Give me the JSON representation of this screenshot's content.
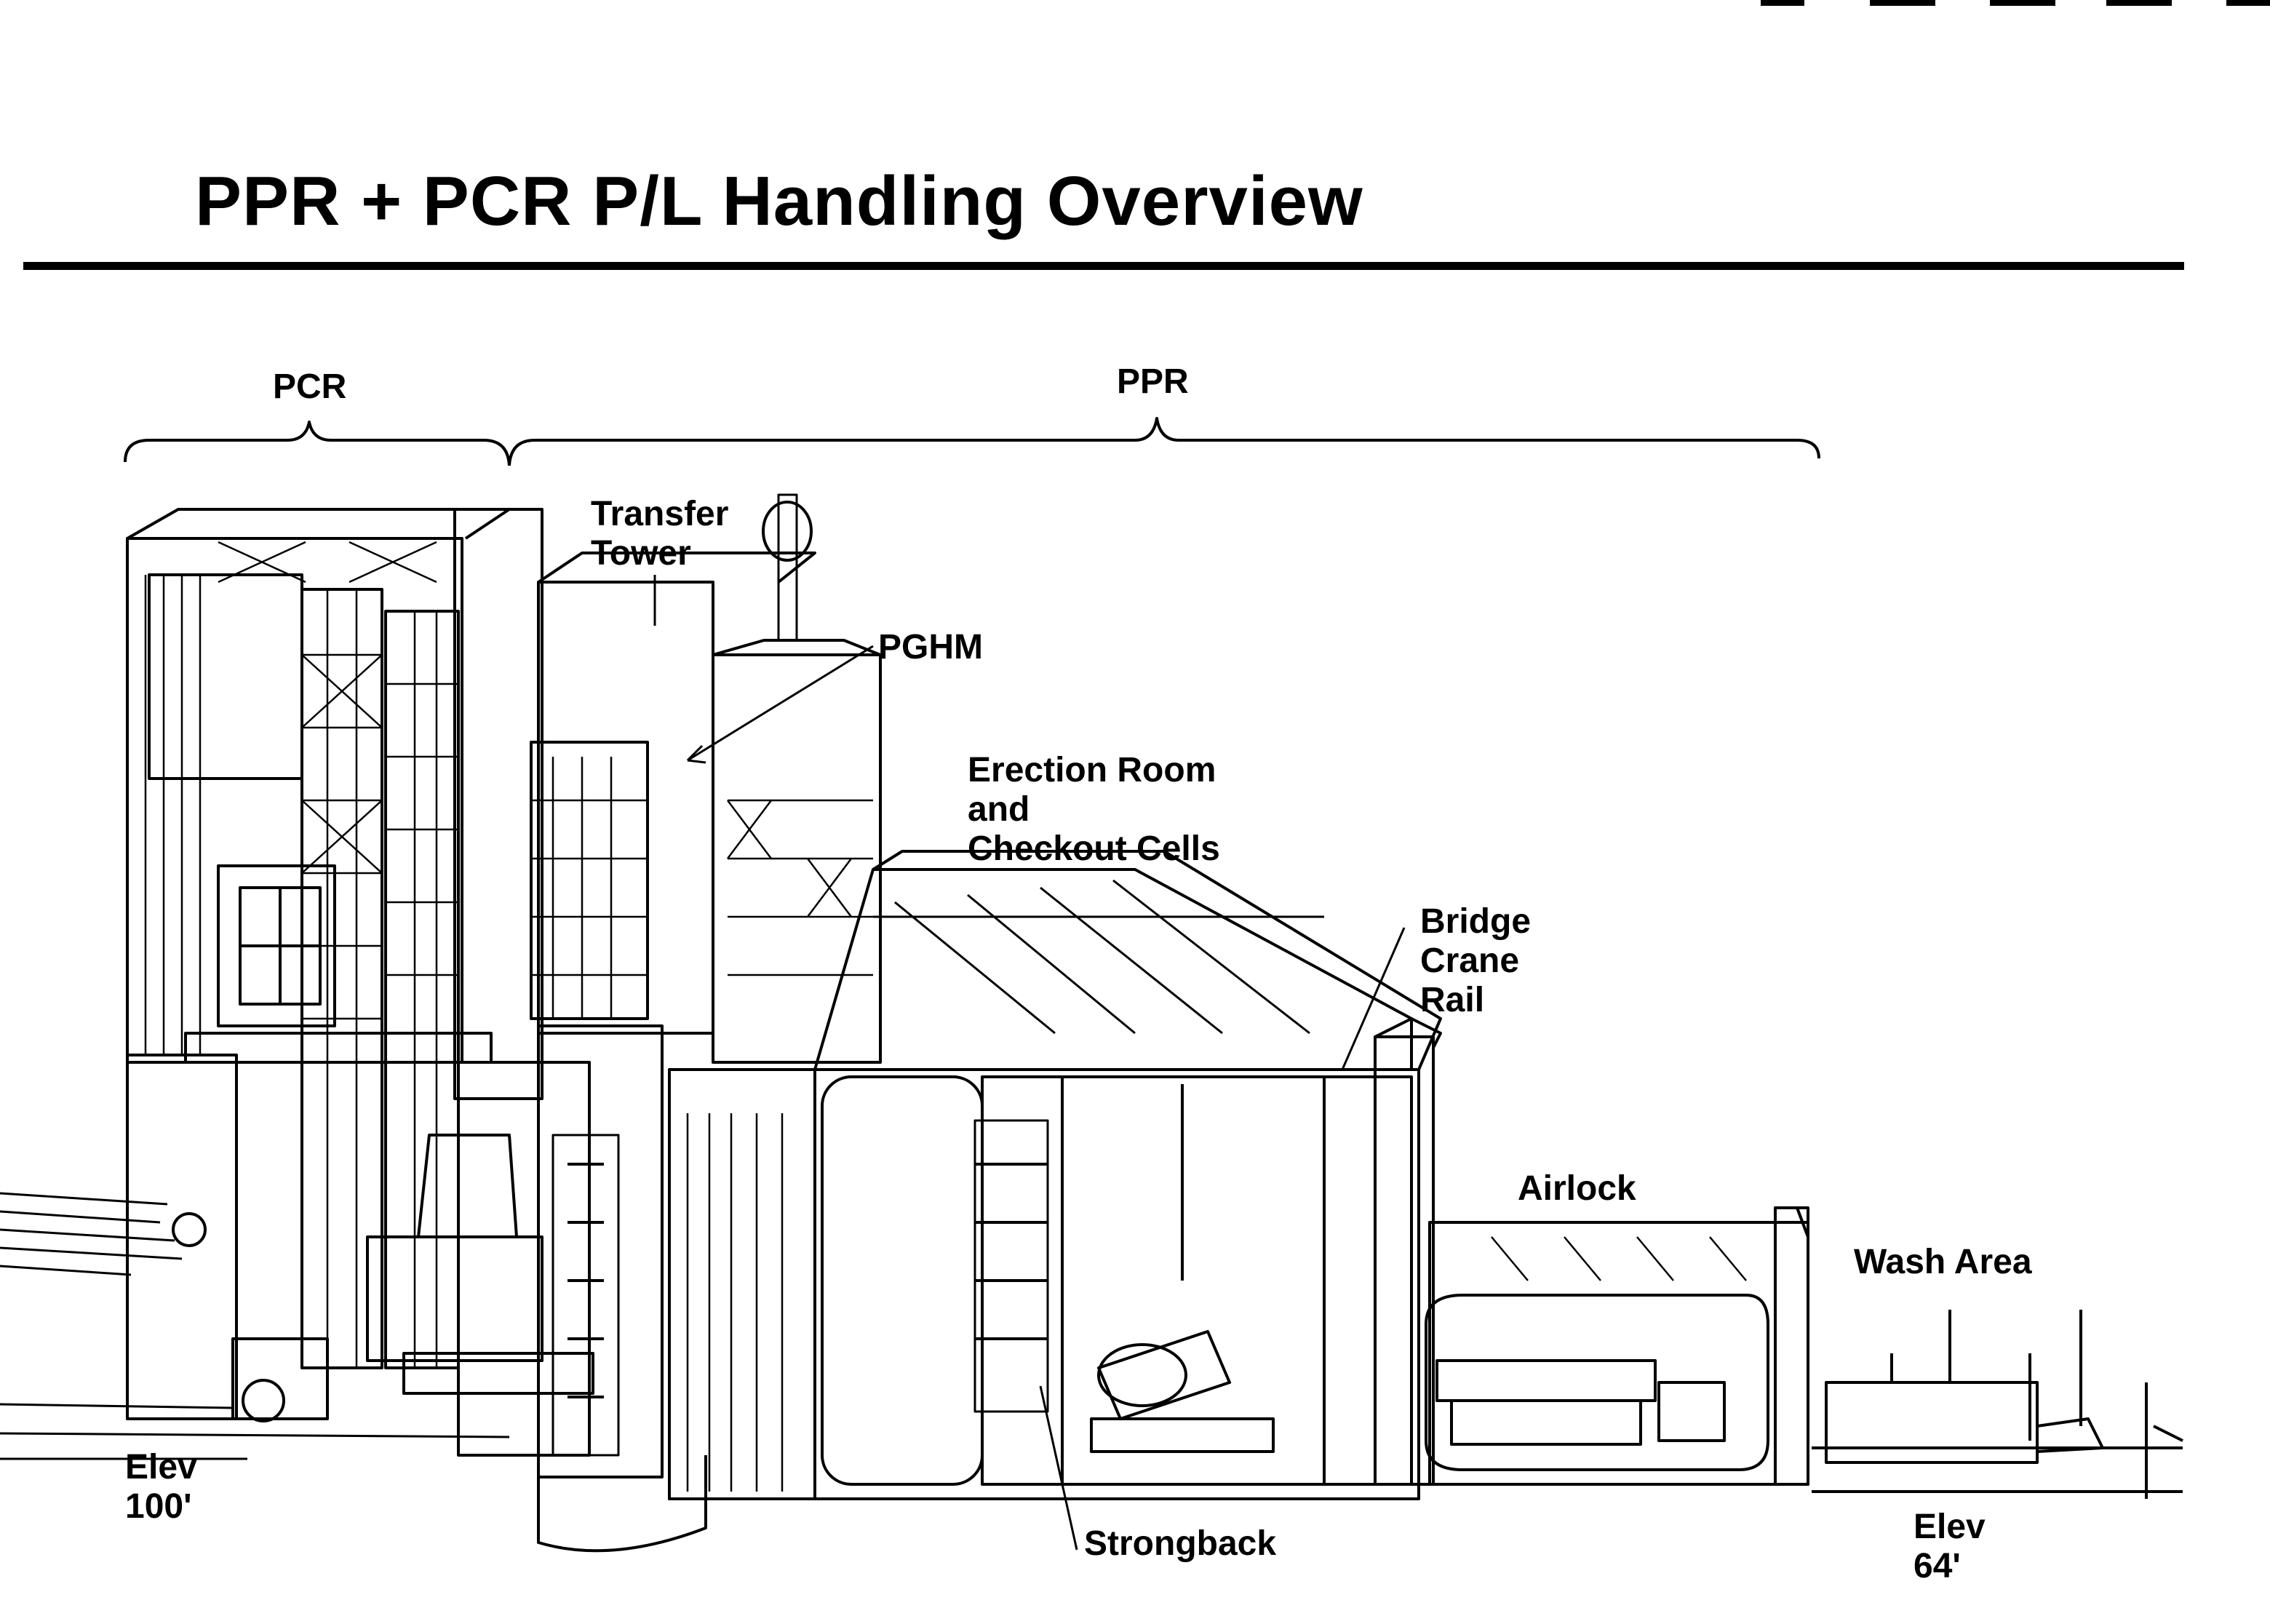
{
  "title": "PPR + PCR P/L Handling Overview",
  "labels": {
    "pcr": "PCR",
    "ppr": "PPR",
    "transfer_tower": [
      "Transfer",
      "Tower"
    ],
    "pghm": "PGHM",
    "erection_room": [
      "Erection Room",
      "and",
      "Checkout Cells"
    ],
    "bridge_crane_rail": [
      "Bridge",
      "Crane",
      "Rail"
    ],
    "airlock": "Airlock",
    "wash_area": "Wash Area",
    "elev_100": [
      "Elev",
      "100'"
    ],
    "elev_64": [
      "Elev",
      "64'"
    ],
    "strongback": "Strongback"
  },
  "colors": {
    "ink": "#000000",
    "paper": "#ffffff"
  }
}
